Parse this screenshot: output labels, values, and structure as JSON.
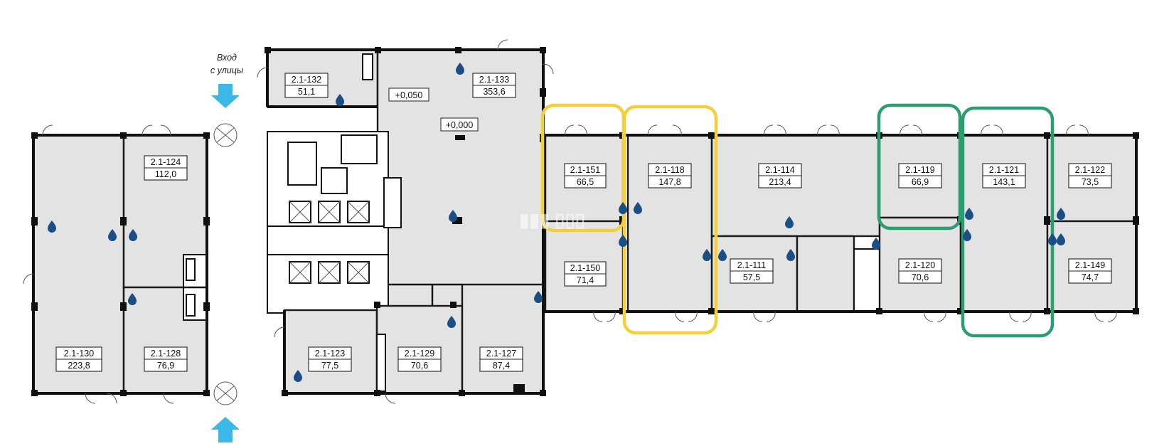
{
  "entry": {
    "line1": "Вход",
    "line2": "с улицы"
  },
  "levels": [
    {
      "id": "lvl-a",
      "text": "+0,050"
    },
    {
      "id": "lvl-b",
      "text": "+0,000"
    }
  ],
  "rooms": [
    {
      "code": "2.1-132",
      "area": "51,1"
    },
    {
      "code": "2.1-133",
      "area": "353,6"
    },
    {
      "code": "2.1-124",
      "area": "112,0"
    },
    {
      "code": "2.1-130",
      "area": "223,8"
    },
    {
      "code": "2.1-128",
      "area": "76,9"
    },
    {
      "code": "2.1-123",
      "area": "77,5"
    },
    {
      "code": "2.1-129",
      "area": "70,6"
    },
    {
      "code": "2.1-127",
      "area": "87,4"
    },
    {
      "code": "2.1-151",
      "area": "66,5"
    },
    {
      "code": "2.1-150",
      "area": "71,4"
    },
    {
      "code": "2.1-118",
      "area": "147,8"
    },
    {
      "code": "2.1-114",
      "area": "213,4"
    },
    {
      "code": "2.1-111",
      "area": "57,5"
    },
    {
      "code": "2.1-119",
      "area": "66,9"
    },
    {
      "code": "2.1-120",
      "area": "70,6"
    },
    {
      "code": "2.1-121",
      "area": "143,1"
    },
    {
      "code": "2.1-122",
      "area": "73,5"
    },
    {
      "code": "2.1-149",
      "area": "74,7"
    }
  ],
  "highlights": {
    "yellow": [
      "2.1-151",
      "2.1-118"
    ],
    "green": [
      "2.1-119",
      "2.1-121"
    ],
    "yellow_color": "#f5cf3a",
    "green_color": "#2a9e6e"
  },
  "icons": {
    "water": "water-drop-icon",
    "entry_arrow": "arrow-down-icon",
    "entry_arrow_up": "arrow-up-icon"
  }
}
